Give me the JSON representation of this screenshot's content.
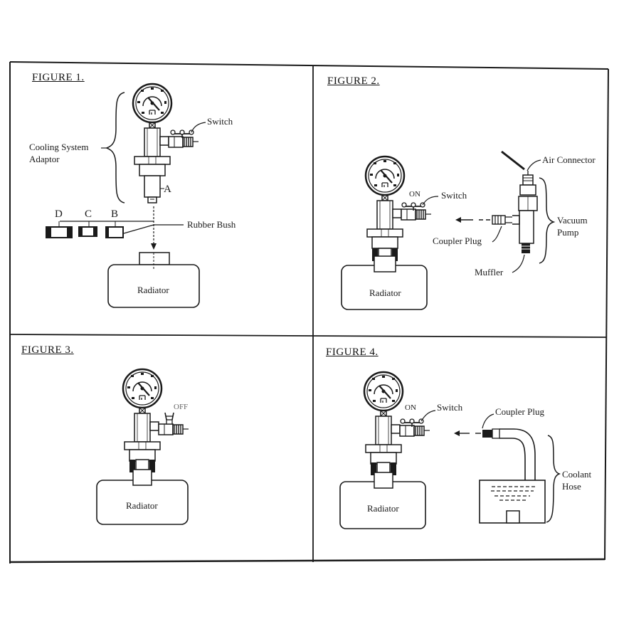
{
  "figures": [
    {
      "title": "FIGURE 1.",
      "labels": {
        "switch": "Switch",
        "adaptor": "Cooling System\nAdaptor",
        "adaptor_line1": "Cooling System",
        "adaptor_line2": "Adaptor",
        "a": "A",
        "d": "D",
        "c": "C",
        "b": "B",
        "rubber_bush": "Rubber Bush",
        "radiator": "Radiator"
      }
    },
    {
      "title": "FIGURE 2.",
      "labels": {
        "on": "ON",
        "switch": "Switch",
        "air_connector": "Air Connector",
        "vacuum_pump_line1": "Vacuum",
        "vacuum_pump_line2": "Pump",
        "coupler_plug": "Coupler Plug",
        "muffler": "Muffler",
        "radiator": "Radiator"
      }
    },
    {
      "title": "FIGURE 3.",
      "labels": {
        "off": "OFF",
        "radiator": "Radiator"
      }
    },
    {
      "title": "FIGURE 4.",
      "labels": {
        "on": "ON",
        "switch": "Switch",
        "coupler_plug": "Coupler Plug",
        "coolant_hose_line1": "Coolant",
        "coolant_hose_line2": "Hose",
        "radiator": "Radiator"
      }
    }
  ],
  "colors": {
    "ink": "#1a1a1a",
    "paper": "#ffffff"
  }
}
